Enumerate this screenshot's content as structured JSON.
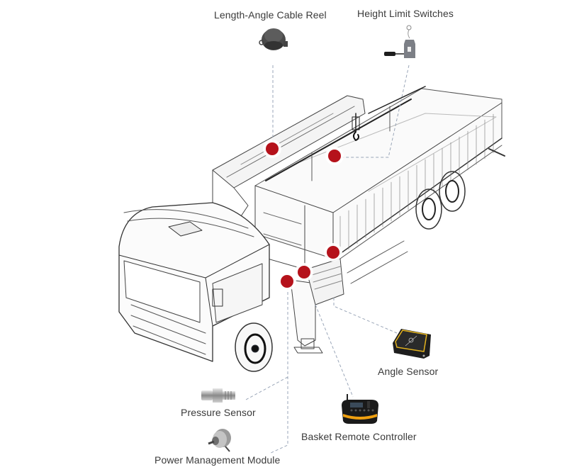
{
  "diagram": {
    "subject": "Truck-mounted crane sensor layout",
    "accent_color": "#b5121b",
    "leader_color": "#9aa6b8"
  },
  "components": [
    {
      "id": "cable-reel",
      "label": "Length-Angle Cable Reel",
      "icon": "cable-reel-icon"
    },
    {
      "id": "height-limit",
      "label": "Height Limit Switches",
      "icon": "limit-switch-icon"
    },
    {
      "id": "angle-sensor",
      "label": "Angle Sensor",
      "icon": "angle-sensor-icon"
    },
    {
      "id": "pressure-sensor",
      "label": "Pressure Sensor",
      "icon": "pressure-sensor-icon"
    },
    {
      "id": "basket-remote",
      "label": "Basket Remote Controller",
      "icon": "remote-controller-icon"
    },
    {
      "id": "power-module",
      "label": "Power Management Module",
      "icon": "encoder-icon"
    }
  ],
  "hotspots": [
    {
      "id": "hs-boom",
      "target": "Length-Angle Cable Reel"
    },
    {
      "id": "hs-boom-tip",
      "target": "Height Limit Switches"
    },
    {
      "id": "hs-body",
      "target": "Angle Sensor"
    },
    {
      "id": "hs-valve",
      "target": "Basket Remote Controller"
    },
    {
      "id": "hs-pump",
      "target": "Pressure Sensor / Power Management Module"
    }
  ]
}
